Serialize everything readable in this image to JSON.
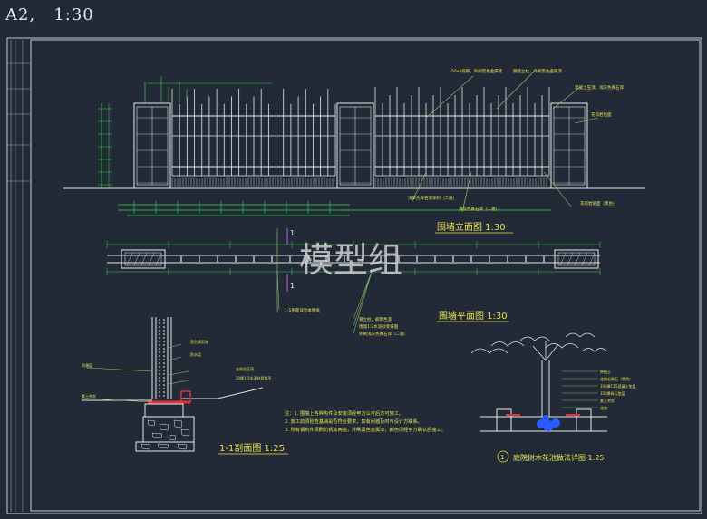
{
  "header": {
    "title": "A2,   1:30"
  },
  "watermark": "模型组",
  "colors": {
    "background": "#222a38",
    "frame": "#c8c8c8",
    "structure": "#e6e6e6",
    "dimension": "#3fd24a",
    "leader": "#8ed06a",
    "title_text": "#e9e24b",
    "note_text": "#e9e24b",
    "section_marker": "#c060e0",
    "red_detail": "#e0303a",
    "blue_detail": "#2a5bff",
    "watermark": "#d0d0d0"
  },
  "drawing": {
    "elevation_title": "围墙立面图  1:30",
    "plan_title": "围墙平面图  1:30",
    "section_title": "1-1剖面图  1:25",
    "tree_detail_title": "庭院树木花池做法详图  1:25",
    "detail_number": "1",
    "section_mark_label": "1",
    "elevation_callouts": [
      "50x4扁铁，外刷黑色金属漆",
      "钢管立柱，外刷黑色金属漆",
      "混凝土压顶，浅灰色真石漆",
      "花岗岩贴面",
      "花岗岩贴面（黑色）",
      "浅灰色真石漆（二遍）",
      "浅灰色真石漆涂料（二遍）"
    ],
    "plan_callouts": [
      "1-1剖面详见本图纸",
      "钢立柱，刷黑色漆",
      "围墙1:2水泥砂浆抹面",
      "外刷浅灰色真石漆（二遍）"
    ],
    "section_callouts": [
      "黑色真石漆",
      "防水层",
      "花岗岩压顶",
      "20厚1:2水泥砂浆找平",
      "素土夯实",
      "防潮层"
    ],
    "tree_callouts": [
      "种植土",
      "花岗岩侧石（黑色）",
      "100厚C15混凝土垫层",
      "150厚碎石垫层",
      "素土夯实",
      "花池"
    ],
    "notes": [
      "注：1. 围墙上各种构件及安装须经甲方认可后方可施工。",
      "   2. 施工前须检查基础是否符合要求，如有问题及时与设计方联系。",
      "   3. 所有钢构件须刷防锈漆两遍，外刷黑色金属漆，颜色须经甲方确认后施工。"
    ]
  }
}
